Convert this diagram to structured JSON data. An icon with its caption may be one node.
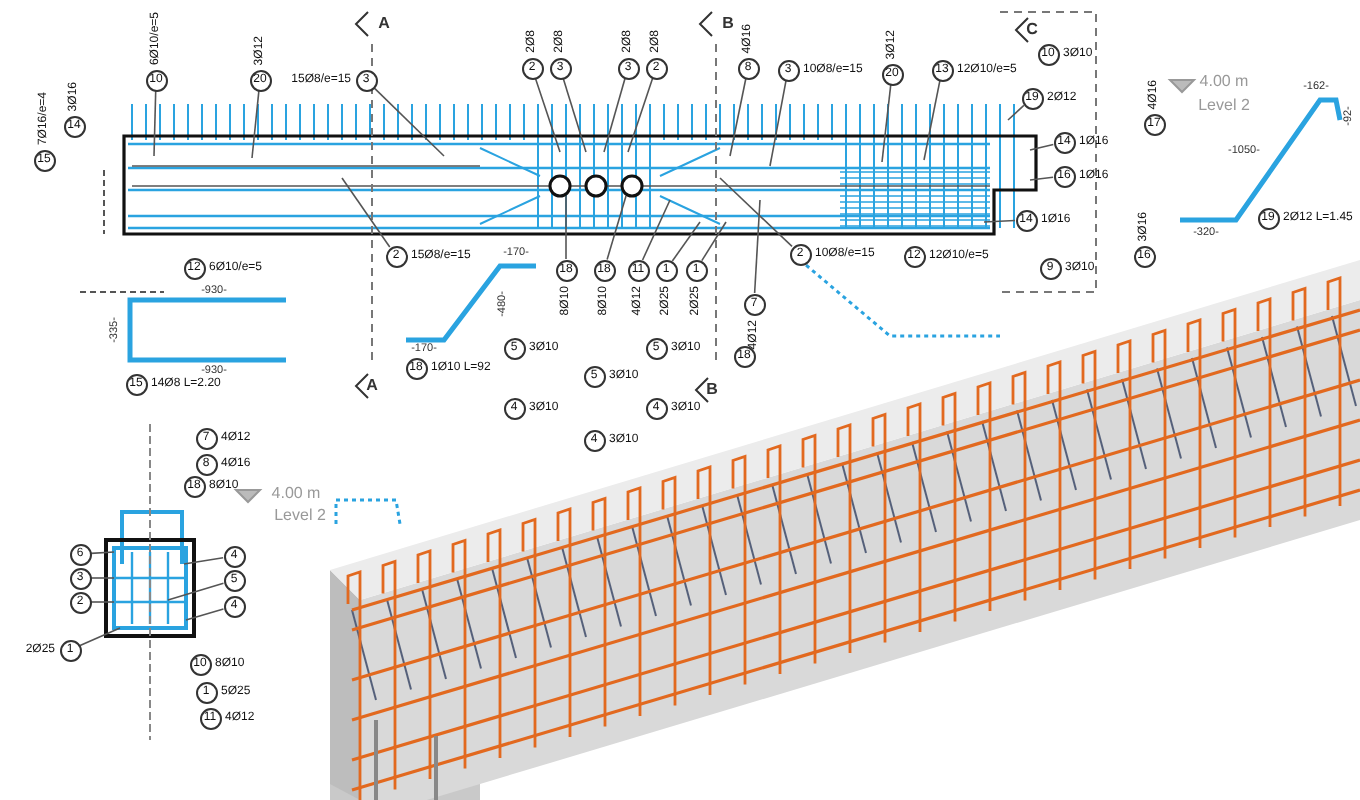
{
  "diagram": {
    "nodes": [
      {
        "text": [
          "15"
        ],
        "beside": [
          "7Ø16/e=4"
        ]
      },
      {
        "text": [
          "14"
        ],
        "beside": [
          "3Ø16"
        ]
      },
      {
        "text": [
          "10"
        ],
        "beside": [
          "6Ø10/e=5"
        ]
      },
      {
        "text": [
          "20"
        ],
        "beside": [
          "3Ø12"
        ]
      },
      {
        "text": [
          "3"
        ],
        "beside": [
          "15Ø8/e=15"
        ]
      },
      {
        "text": [
          "2"
        ],
        "beside": [
          "2Ø8"
        ]
      },
      {
        "text": [
          "3"
        ],
        "beside": [
          "2Ø8"
        ]
      },
      {
        "text": [
          "3"
        ],
        "beside": [
          "2Ø8"
        ]
      },
      {
        "text": [
          "2"
        ],
        "beside": [
          "2Ø8"
        ]
      },
      {
        "text": [
          "8"
        ],
        "beside": [
          "4Ø16"
        ]
      },
      {
        "text": [
          "3"
        ],
        "beside": [
          "10Ø8/e=15"
        ]
      },
      {
        "text": [
          "20"
        ],
        "beside": [
          "3Ø12"
        ]
      },
      {
        "text": [
          "13"
        ],
        "beside": [
          "12Ø10/e=5"
        ]
      },
      {
        "text": [
          "10"
        ],
        "beside": [
          "3Ø10"
        ]
      },
      {
        "text": [
          "19"
        ],
        "beside": [
          "2Ø12"
        ]
      },
      {
        "text": [
          "14"
        ],
        "beside": [
          "1Ø16"
        ]
      },
      {
        "text": [
          "16"
        ],
        "beside": [
          "1Ø16"
        ]
      },
      {
        "text": [
          "14"
        ],
        "beside": [
          "1Ø16"
        ]
      },
      {
        "text": [
          "17"
        ],
        "beside": [
          "4Ø16"
        ]
      },
      {
        "text": [
          "16"
        ],
        "beside": [
          "3Ø16"
        ]
      },
      {
        "text": [
          "12"
        ],
        "beside": [
          "6Ø10/e=5"
        ]
      },
      {
        "text": [
          "2"
        ],
        "beside": [
          "15Ø8/e=15"
        ]
      },
      {
        "text": [
          "18"
        ],
        "beside": [
          "8Ø10"
        ]
      },
      {
        "text": [
          "18"
        ],
        "beside": [
          "8Ø10"
        ]
      },
      {
        "text": [
          "11"
        ],
        "beside": [
          "4Ø12"
        ]
      },
      {
        "text": [
          "1"
        ],
        "beside": [
          "2Ø25"
        ]
      },
      {
        "text": [
          "1"
        ],
        "beside": [
          "2Ø25"
        ]
      },
      {
        "text": [
          "2"
        ],
        "beside": [
          "10Ø8/e=15"
        ]
      },
      {
        "text": [
          "7"
        ],
        "beside": [
          "4Ø12"
        ]
      },
      {
        "text": [
          "12"
        ],
        "beside": [
          "12Ø10/e=5"
        ]
      },
      {
        "text": [
          "9"
        ],
        "beside": [
          "3Ø10"
        ]
      },
      {
        "text": [
          "15"
        ],
        "beside": [
          "14Ø8 L=2.20"
        ]
      },
      {
        "text": [
          "18"
        ],
        "beside": [
          "1Ø10 L=92"
        ]
      },
      {
        "text": [
          "19"
        ],
        "beside": [
          "2Ø12 L=1.45"
        ]
      },
      {
        "text": [
          "18"
        ]
      },
      {
        "text": [
          "5"
        ],
        "beside": [
          "3Ø10"
        ]
      },
      {
        "text": [
          "5"
        ],
        "beside": [
          "3Ø10"
        ]
      },
      {
        "text": [
          "5"
        ],
        "beside": [
          "3Ø10"
        ]
      },
      {
        "text": [
          "4"
        ],
        "beside": [
          "3Ø10"
        ]
      },
      {
        "text": [
          "4"
        ],
        "beside": [
          "3Ø10"
        ]
      },
      {
        "text": [
          "4"
        ],
        "beside": [
          "3Ø10"
        ]
      },
      {
        "text": [
          "7"
        ],
        "beside": [
          "4Ø12"
        ]
      },
      {
        "text": [
          "8"
        ],
        "beside": [
          "4Ø16"
        ]
      },
      {
        "text": [
          "18"
        ],
        "beside": [
          "8Ø10"
        ]
      },
      {
        "text": [
          "6"
        ]
      },
      {
        "text": [
          "3"
        ]
      },
      {
        "text": [
          "2"
        ]
      },
      {
        "text": [
          "4"
        ]
      },
      {
        "text": [
          "5"
        ]
      },
      {
        "text": [
          "4"
        ]
      },
      {
        "text": [
          "1"
        ],
        "beside": [
          "2Ø25"
        ]
      },
      {
        "text": [
          "10"
        ],
        "beside": [
          "8Ø10"
        ]
      },
      {
        "text": [
          "1"
        ],
        "beside": [
          "5Ø25"
        ]
      },
      {
        "text": [
          "11"
        ],
        "beside": [
          "4Ø12"
        ]
      }
    ],
    "edges": [
      {
        "from": 2,
        "to": null,
        "arrow": "none"
      },
      {
        "from": 3,
        "to": null,
        "arrow": "none"
      },
      {
        "from": 4,
        "to": null,
        "arrow": "none"
      },
      {
        "from": 5,
        "to": null,
        "arrow": "none"
      },
      {
        "from": 6,
        "to": null,
        "arrow": "none"
      },
      {
        "from": 7,
        "to": null,
        "arrow": "none"
      },
      {
        "from": 8,
        "to": null,
        "arrow": "none"
      },
      {
        "from": 9,
        "to": null,
        "arrow": "none"
      },
      {
        "from": 10,
        "to": null,
        "arrow": "none"
      },
      {
        "from": 11,
        "to": null,
        "arrow": "none"
      },
      {
        "from": 12,
        "to": null,
        "arrow": "none"
      },
      {
        "from": 14,
        "to": null,
        "arrow": "none"
      },
      {
        "from": 15,
        "to": null,
        "arrow": "none"
      },
      {
        "from": 16,
        "to": null,
        "arrow": "none"
      },
      {
        "from": 17,
        "to": null,
        "arrow": "none"
      },
      {
        "from": 21,
        "to": null,
        "arrow": "none"
      },
      {
        "from": 22,
        "to": null,
        "arrow": "none"
      },
      {
        "from": 23,
        "to": null,
        "arrow": "none"
      },
      {
        "from": 24,
        "to": null,
        "arrow": "none"
      },
      {
        "from": 25,
        "to": null,
        "arrow": "none"
      },
      {
        "from": 26,
        "to": null,
        "arrow": "none"
      },
      {
        "from": 27,
        "to": null,
        "arrow": "none"
      },
      {
        "from": 28,
        "to": null,
        "arrow": "none"
      },
      {
        "from": 44,
        "to": null,
        "arrow": "none"
      },
      {
        "from": 45,
        "to": null,
        "arrow": "none"
      },
      {
        "from": 46,
        "to": null,
        "arrow": "none"
      },
      {
        "from": 47,
        "to": null,
        "arrow": "none"
      },
      {
        "from": 48,
        "to": null,
        "arrow": "none"
      },
      {
        "from": 49,
        "to": null,
        "arrow": "none"
      },
      {
        "from": 50,
        "to": null,
        "arrow": "none"
      }
    ],
    "labels": [
      "A",
      "B",
      "C",
      "4.00 m",
      "Level 2",
      "-930-",
      "-335-",
      "-930-",
      "-170-",
      "-480-",
      "-170-",
      "-162-",
      "-92-",
      "-1050-",
      "-320-",
      "A",
      "B",
      "4.00 m",
      "Level 2"
    ]
  }
}
